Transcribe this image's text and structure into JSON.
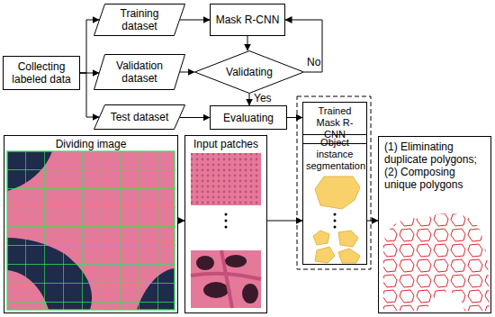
{
  "diagram": {
    "nodes": [
      {
        "text": [
          "Collecting labeled data"
        ]
      },
      {
        "text": [
          "Training dataset"
        ]
      },
      {
        "text": [
          "Mask R-CNN"
        ]
      },
      {
        "text": [
          "Validation dataset"
        ]
      },
      {
        "text": [
          "Validating"
        ]
      },
      {
        "text": [
          "Test dataset"
        ]
      },
      {
        "text": [
          "Evaluating"
        ]
      },
      {
        "text": [
          "Trained Mask R-CNN"
        ]
      },
      {
        "text": [
          "Dividing image"
        ]
      },
      {
        "text": [
          "Input patches"
        ]
      },
      {
        "text": [
          "Object instance segmentation"
        ]
      },
      {
        "text": [
          "(1) Eliminating duplicate polygons;",
          "(2) Composing unique polygons"
        ]
      }
    ],
    "edges": [
      {
        "from": 0,
        "to": 1,
        "arrow": "to"
      },
      {
        "from": 0,
        "to": 3,
        "arrow": "to"
      },
      {
        "from": 0,
        "to": 5,
        "arrow": "to"
      },
      {
        "from": 1,
        "to": 2,
        "arrow": "to"
      },
      {
        "from": 2,
        "to": 4,
        "arrow": "to"
      },
      {
        "from": 3,
        "to": 4,
        "arrow": "to"
      },
      {
        "from": 4,
        "to": 2,
        "label": "No",
        "arrow": "to"
      },
      {
        "from": 4,
        "to": 6,
        "label": "Yes",
        "arrow": "to"
      },
      {
        "from": 5,
        "to": 6,
        "arrow": "to"
      },
      {
        "from": 6,
        "to": 7,
        "arrow": "to"
      },
      {
        "from": 8,
        "to": 9,
        "arrow": "to"
      },
      {
        "from": 9,
        "to": 10,
        "arrow": "to"
      },
      {
        "from": 10,
        "to": 11,
        "arrow": "to"
      }
    ]
  }
}
